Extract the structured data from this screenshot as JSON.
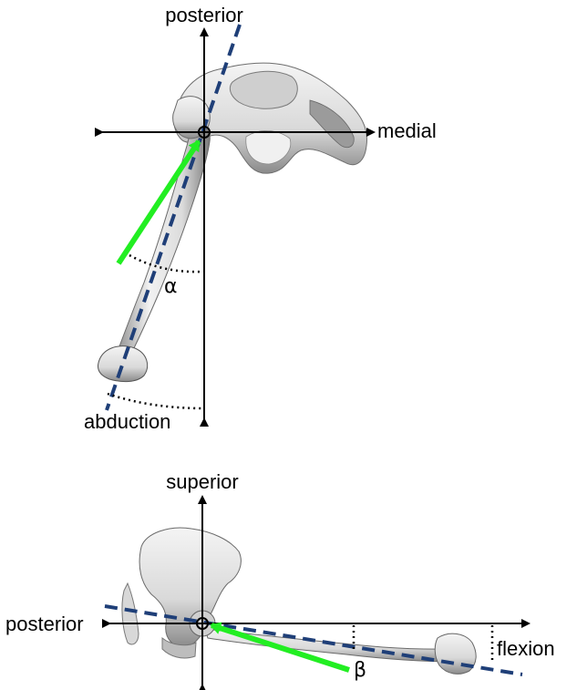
{
  "top_panel": {
    "labels": {
      "posterior": "posterior",
      "medial": "medial",
      "alpha": "α",
      "abduction": "abduction"
    }
  },
  "bottom_panel": {
    "labels": {
      "superior": "superior",
      "posterior": "posterior",
      "beta": "β",
      "flexion": "flexion"
    }
  },
  "colors": {
    "axis": "#000000",
    "force_arrow": "#22ee22",
    "bone_axis_dashed": "#1f3f78",
    "bone_fill": "#e6e6e6",
    "bone_shadow": "#9a9a9a"
  }
}
